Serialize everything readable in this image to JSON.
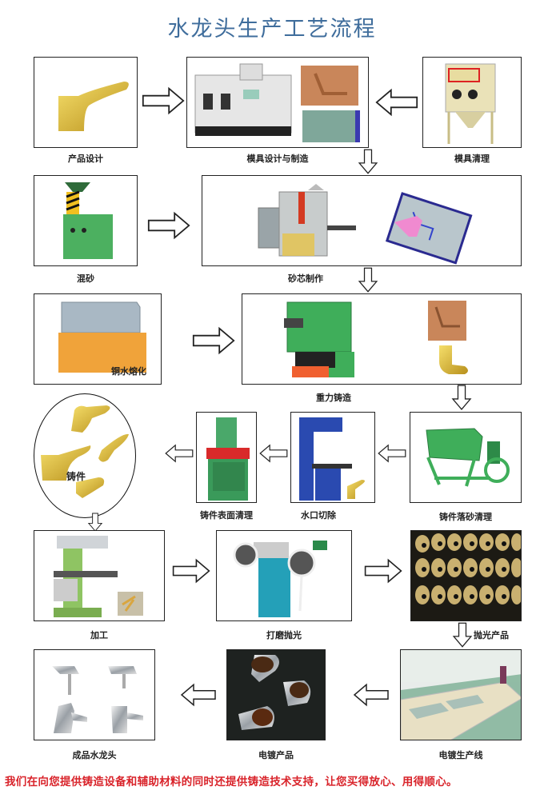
{
  "title": "水龙头生产工艺流程",
  "steps": {
    "product_design": "产品设计",
    "mold_design": "模具设计与制造",
    "mold_cleaning": "模具清理",
    "sand_mixing": "混砂",
    "sand_core": "砂芯制作",
    "copper_melting": "铜水熔化",
    "gravity_casting": "重力铸造",
    "castings": "铸件",
    "casting_surface_cleaning": "铸件表面清理",
    "gate_cutting": "水口切除",
    "casting_sand_cleaning": "铸件落砂清理",
    "machining": "加工",
    "grinding_polishing": "打磨抛光",
    "polished_products": "抛光产品",
    "finished_faucet": "成品水龙头",
    "plated_products": "电镀产品",
    "plating_line": "电镀生产线"
  },
  "footer": "我们在向您提供铸造设备和辅助材料的同时还提供铸造技术支持，让您买得放心、用得顺心。",
  "colors": {
    "title": "#3f6d9c",
    "footer": "#d9232a",
    "brass": "#e2c040",
    "machine_green": "#3fae5a",
    "copper": "#c9865a"
  }
}
